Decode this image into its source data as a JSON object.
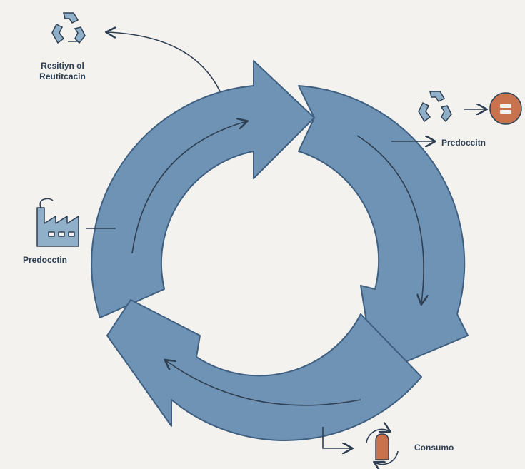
{
  "labels": {
    "top_line1": "Resitiyn ol",
    "top_line2": "Reutitcacin",
    "right": "Predoccitn",
    "left": "Predocctin",
    "bottom": "Consumo"
  },
  "icons": {
    "top": "recycle-icon",
    "right_source": "recycle-icon",
    "right_target": "product-circle-icon",
    "left": "factory-icon",
    "bottom": "consumption-icon"
  },
  "colors": {
    "background": "#f3f2ee",
    "arrow_fill": "#6f93b4",
    "arrow_stroke": "#3f5f80",
    "ink": "#2f3f52",
    "accent": "#c8734d"
  }
}
